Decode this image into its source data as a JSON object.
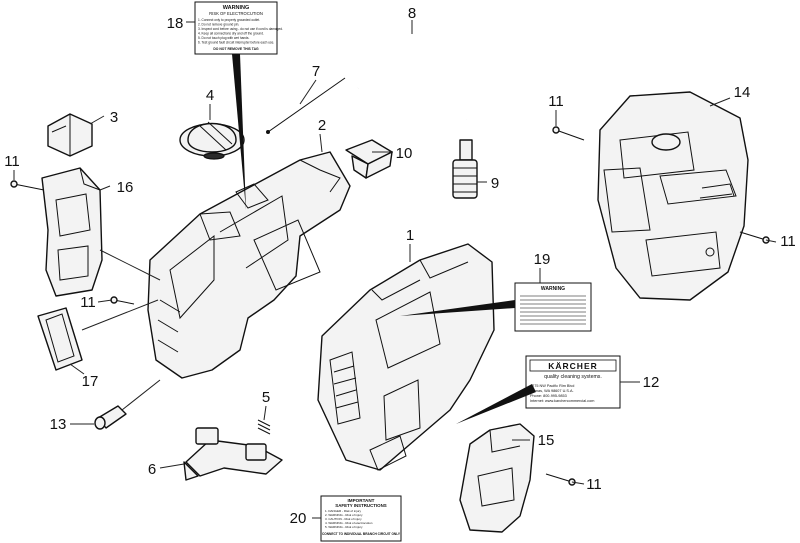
{
  "callouts": [
    "1",
    "2",
    "3",
    "4",
    "5",
    "6",
    "7",
    "8",
    "9",
    "10",
    "11",
    "12",
    "13",
    "14",
    "15",
    "16",
    "17",
    "18",
    "19",
    "20"
  ],
  "labels": {
    "warning_18": {
      "title": "WARNING",
      "subtitle": "RISK OF ELECTROCUTION",
      "lines": [
        "1. Connect only to properly grounded outlet.",
        "2. Do not remove ground pin.",
        "3. Inspect cord before using - do not use if cord is damaged.",
        "4. Keep all connections dry and off the ground.",
        "5. Do not touch plug with wet hands.",
        "6. Test ground fault circuit interrupter before each use."
      ],
      "footer": "DO NOT REMOVE THIS TAG"
    },
    "warning_19": {
      "title": "WARNING"
    },
    "karcher_12": {
      "brand": "KÄRCHER",
      "tagline": "quality cleaning systems.",
      "lines": [
        "4275 NW Pacific Rim Blvd",
        "Camas, WA 98607 U.S.A.",
        "Phone: 800-995-9853",
        "Internet: www.karchercommercial.com"
      ]
    },
    "safety_20": {
      "title": "IMPORTANT",
      "subtitle": "SAFETY INSTRUCTIONS",
      "lines": [
        "1. DANGER - Risk of injury",
        "2. WARNING - Risk of injury",
        "3. CAUTION - Risk of injury",
        "4. WARNING - Risk of electrocution",
        "5. WARNING - Risk of injury"
      ],
      "footer": "CONNECT TO INDIVIDUAL BRANCH CIRCUIT ONLY"
    }
  },
  "colors": {
    "line": "#111111",
    "fill": "#f3f3f3",
    "background": "#ffffff"
  },
  "icons": {
    "karcher_logo": "karcher-logo-icon"
  }
}
